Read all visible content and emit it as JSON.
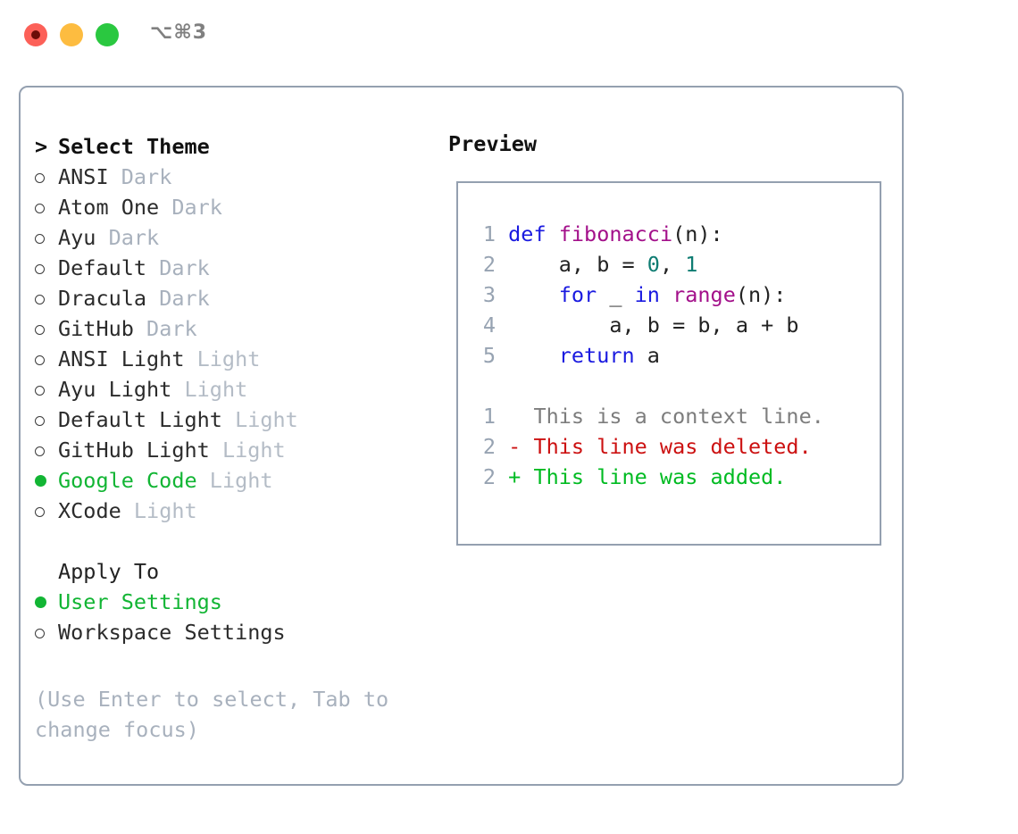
{
  "titlebar": {
    "shortcut": "⌥⌘3",
    "buttons": [
      {
        "name": "close",
        "color": "#fc6058"
      },
      {
        "name": "minimize",
        "color": "#fdbc40"
      },
      {
        "name": "maximize",
        "color": "#2ac840"
      }
    ]
  },
  "colors": {
    "accent_green": "#12b534",
    "border": "#94a0b0",
    "muted": "#a8b1bd",
    "keyword": "#1a1ae0",
    "function": "#a3108a",
    "number": "#0e7c72",
    "diff_deleted": "#cc1111",
    "diff_added": "#00bb22",
    "line_number": "#97a3b2",
    "context": "#7d7d7d"
  },
  "theme_list": {
    "caret": ">",
    "header": "Select Theme",
    "items": [
      {
        "marker": "ring",
        "label": "ANSI",
        "kind": "Dark",
        "selected": false
      },
      {
        "marker": "ring",
        "label": "Atom One",
        "kind": "Dark",
        "selected": false
      },
      {
        "marker": "ring",
        "label": "Ayu",
        "kind": "Dark",
        "selected": false
      },
      {
        "marker": "ring",
        "label": "Default",
        "kind": "Dark",
        "selected": false
      },
      {
        "marker": "ring",
        "label": "Dracula",
        "kind": "Dark",
        "selected": false
      },
      {
        "marker": "ring",
        "label": "GitHub",
        "kind": "Dark",
        "selected": false
      },
      {
        "marker": "ring",
        "label": "ANSI Light",
        "kind": "Light",
        "selected": false
      },
      {
        "marker": "ring",
        "label": "Ayu Light",
        "kind": "Light",
        "selected": false
      },
      {
        "marker": "ring",
        "label": "Default Light",
        "kind": "Light",
        "selected": false
      },
      {
        "marker": "ring",
        "label": "GitHub Light",
        "kind": "Light",
        "selected": false
      },
      {
        "marker": "dot",
        "label": "Google Code",
        "kind": "Light",
        "selected": true
      },
      {
        "marker": "ring",
        "label": "XCode",
        "kind": "Light",
        "selected": false
      }
    ]
  },
  "apply_to": {
    "header": "Apply To",
    "items": [
      {
        "marker": "dot",
        "label": "User Settings",
        "selected": true
      },
      {
        "marker": "ring",
        "label": "Workspace Settings",
        "selected": false
      }
    ]
  },
  "hint": "(Use Enter to select, Tab to change focus)",
  "preview": {
    "title": "Preview",
    "code_lines": [
      {
        "no": "1",
        "tokens": [
          {
            "t": "def",
            "c": "kw"
          },
          {
            "t": " ",
            "c": "plain"
          },
          {
            "t": "fibonacci",
            "c": "fn"
          },
          {
            "t": "(n):",
            "c": "punct"
          }
        ]
      },
      {
        "no": "2",
        "tokens": [
          {
            "t": "    a, b = ",
            "c": "plain"
          },
          {
            "t": "0",
            "c": "num"
          },
          {
            "t": ", ",
            "c": "plain"
          },
          {
            "t": "1",
            "c": "num"
          }
        ]
      },
      {
        "no": "3",
        "tokens": [
          {
            "t": "    ",
            "c": "plain"
          },
          {
            "t": "for",
            "c": "kw"
          },
          {
            "t": " _ ",
            "c": "plain"
          },
          {
            "t": "in",
            "c": "kw"
          },
          {
            "t": " ",
            "c": "plain"
          },
          {
            "t": "range",
            "c": "fn"
          },
          {
            "t": "(n):",
            "c": "punct"
          }
        ]
      },
      {
        "no": "4",
        "tokens": [
          {
            "t": "        a, b = b, a + b",
            "c": "plain"
          }
        ]
      },
      {
        "no": "5",
        "tokens": [
          {
            "t": "    ",
            "c": "plain"
          },
          {
            "t": "return",
            "c": "kw"
          },
          {
            "t": " a",
            "c": "plain"
          }
        ]
      }
    ],
    "diff_lines": [
      {
        "no": "1",
        "sign": "  ",
        "text": "This is a context line.",
        "c": "ctx"
      },
      {
        "no": "2",
        "sign": "- ",
        "text": "This line was deleted.",
        "c": "del"
      },
      {
        "no": "2",
        "sign": "+ ",
        "text": "This line was added.",
        "c": "add"
      }
    ]
  }
}
